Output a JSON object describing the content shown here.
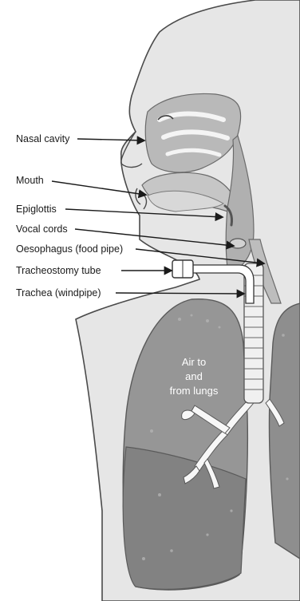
{
  "labels": {
    "nasal_cavity": "Nasal cavity",
    "mouth": "Mouth",
    "epiglottis": "Epiglottis",
    "vocal_cords": "Vocal cords",
    "oesophagus": "Oesophagus (food pipe)",
    "tracheostomy_tube": "Tracheostomy tube",
    "trachea": "Trachea (windpipe)"
  },
  "air_label": [
    "Air to",
    "and",
    "from lungs"
  ],
  "colors": {
    "skin": "#e8e8e8",
    "outline": "#4a4a4a",
    "airway": "#a8a8a8",
    "lung_light": "#8f8f8f",
    "lung_dark": "#6e6e6e",
    "trachea_ring": "#f0f0f0"
  }
}
